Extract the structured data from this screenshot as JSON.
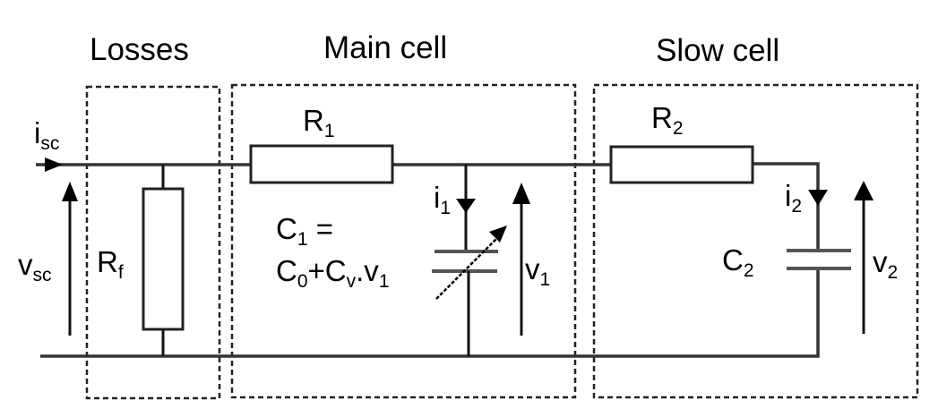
{
  "sections": {
    "losses": "Losses",
    "main_cell": "Main cell",
    "slow_cell": "Slow cell"
  },
  "labels": {
    "isc": {
      "main": "i",
      "sub": "sc"
    },
    "vsc": {
      "main": "v",
      "sub": "sc"
    },
    "rf": {
      "main": "R",
      "sub": "f"
    },
    "r1": {
      "main": "R",
      "sub": "1"
    },
    "r2": {
      "main": "R",
      "sub": "2"
    },
    "i1": {
      "main": "i",
      "sub": "1"
    },
    "i2": {
      "main": "i",
      "sub": "2"
    },
    "v1": {
      "main": "v",
      "sub": "1"
    },
    "v2": {
      "main": "v",
      "sub": "2"
    },
    "c2": {
      "main": "C",
      "sub": "2"
    },
    "c1_eq_line1": {
      "c": "C",
      "sub": "1",
      "rest": " ="
    },
    "c1_eq_line2": {
      "c0": "C",
      "c0sub": "0",
      "plus": "+C",
      "cvsub": "v",
      "rest": ".v",
      "v1sub": "1"
    }
  }
}
